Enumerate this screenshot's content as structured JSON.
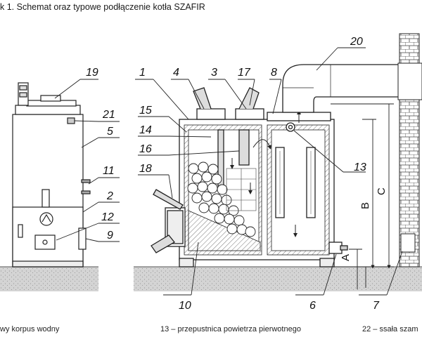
{
  "caption": "k 1. Schemat oraz typowe podłączenie kotła SZAFIR",
  "labels": {
    "l1": "1",
    "l2": "2",
    "l3": "3",
    "l4": "4",
    "l5": "5",
    "l6": "6",
    "l7": "7",
    "l8": "8",
    "l9": "9",
    "l10": "10",
    "l11": "11",
    "l12": "12",
    "l13": "13",
    "l14": "14",
    "l15": "15",
    "l16": "16",
    "l17": "17",
    "l18": "18",
    "l19": "19",
    "l20": "20",
    "l21": "21"
  },
  "dimensions": {
    "a": "A",
    "b": "B",
    "c": "C"
  },
  "legend": {
    "left": "wy korpus wodny",
    "middle": "13 – przepustnica powietrza pierwotnego",
    "right": "22 – ssała szam"
  },
  "colors": {
    "ground": "#cfcfcf",
    "brick": "#ffffff",
    "line": "#222222"
  }
}
